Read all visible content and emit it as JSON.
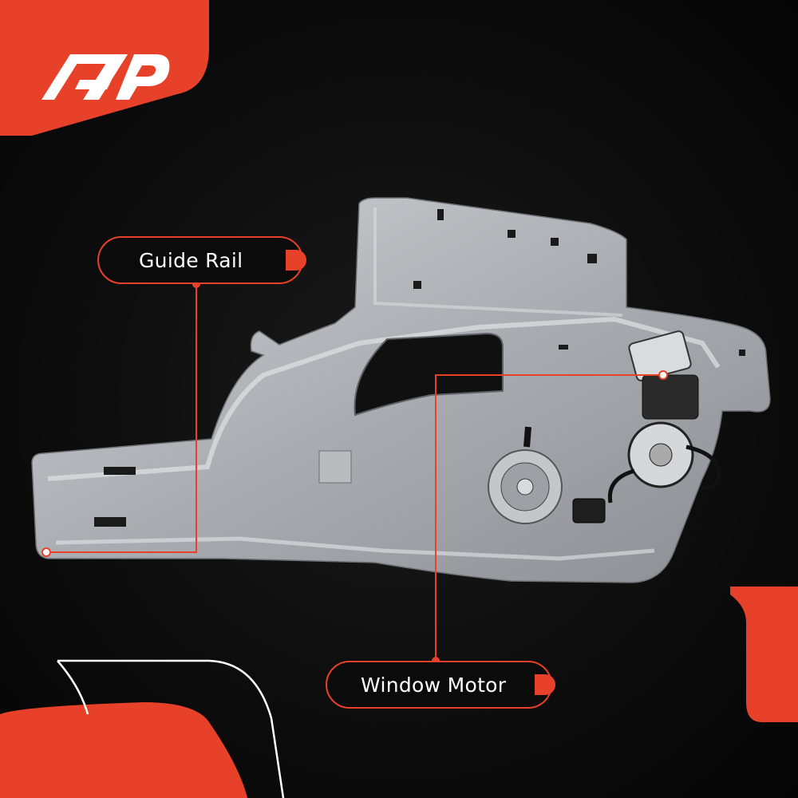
{
  "brand": {
    "logo_text": "A-P",
    "accent_color": "#e8412a"
  },
  "callouts": {
    "guide_rail": {
      "label": "Guide Rail"
    },
    "window_motor": {
      "label": "Window Motor"
    }
  },
  "product": {
    "image": "window-regulator-assembly"
  }
}
